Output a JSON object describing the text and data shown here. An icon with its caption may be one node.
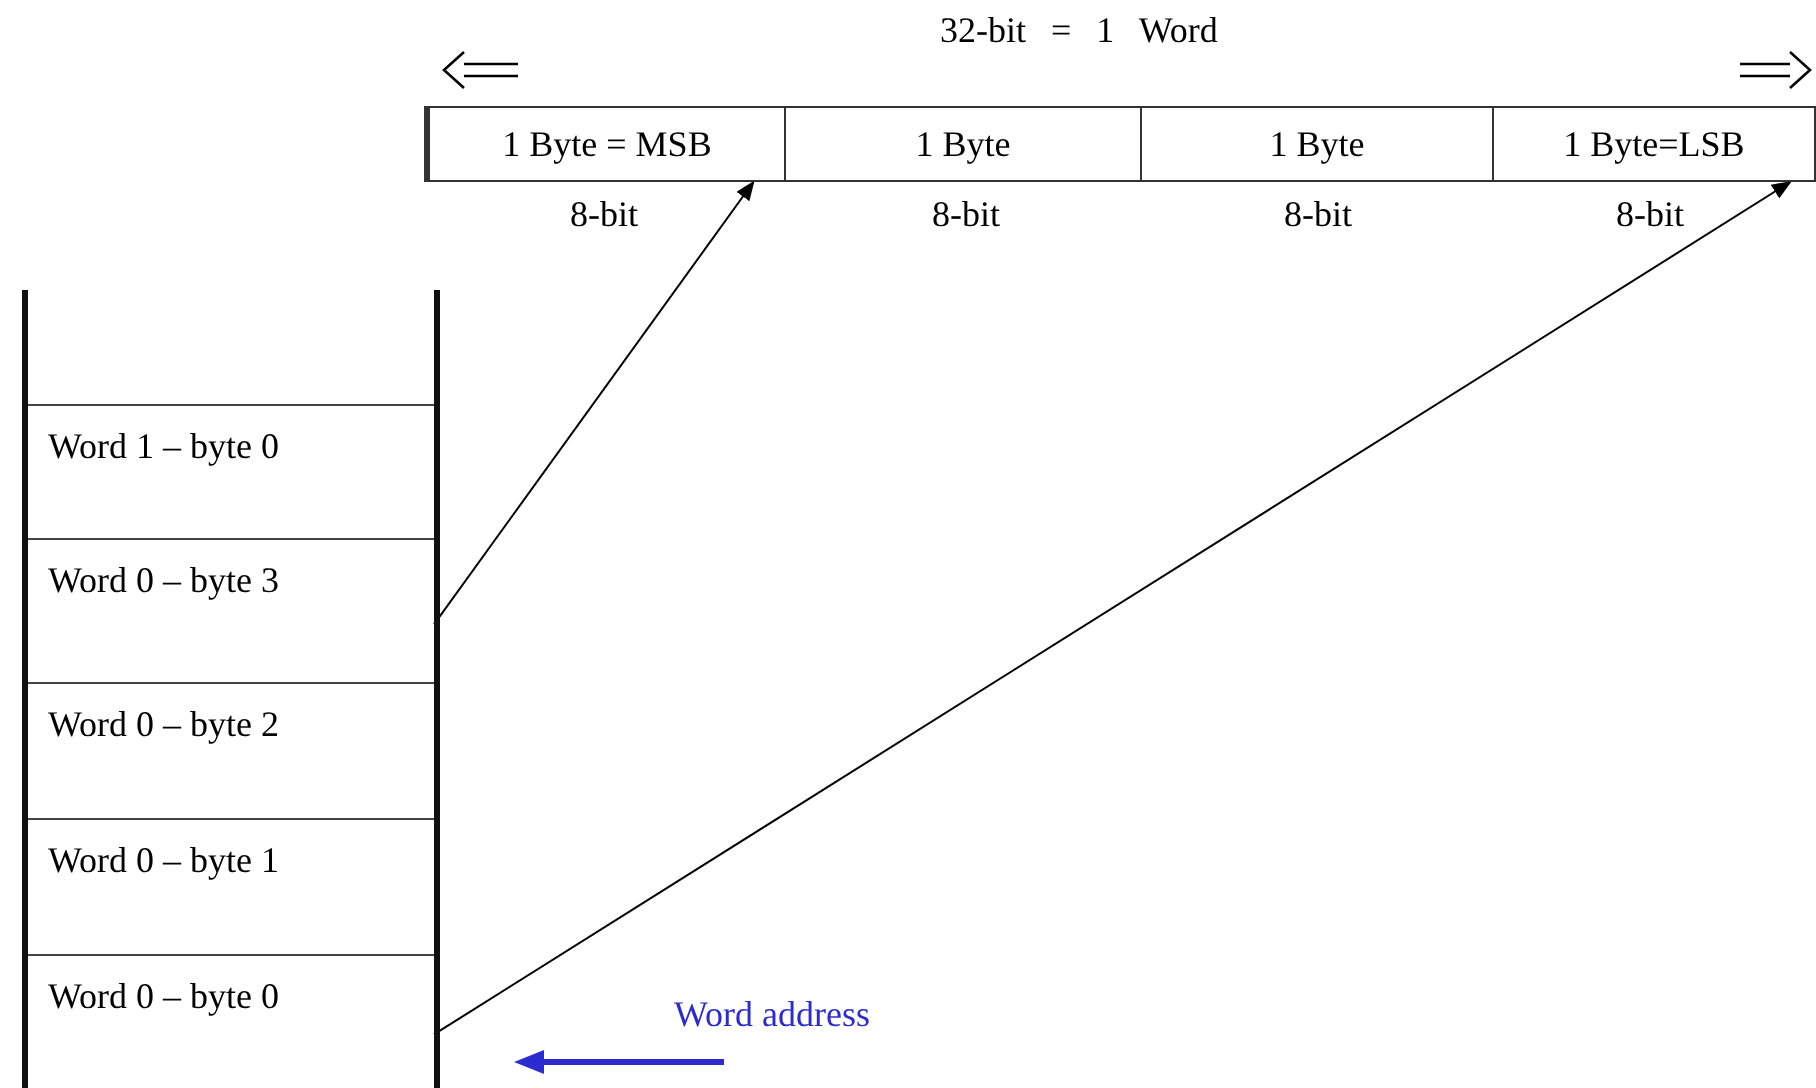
{
  "diagram": {
    "nodes": [
      {
        "text": [
          "1 Byte = MSB"
        ]
      },
      {
        "text": [
          "1 Byte"
        ]
      },
      {
        "text": [
          "1 Byte"
        ]
      },
      {
        "text": [
          "1 Byte=LSB"
        ]
      },
      {
        "text": [
          "Word 1 – byte 0"
        ]
      },
      {
        "text": [
          "Word 0 – byte 3"
        ]
      },
      {
        "text": [
          "Word 0 – byte 2"
        ]
      },
      {
        "text": [
          "Word 0 – byte 1"
        ]
      },
      {
        "text": [
          "Word 0 – byte 0"
        ]
      }
    ],
    "edges": [
      {
        "from": 5,
        "to": 0,
        "arrow": "to"
      },
      {
        "from": 8,
        "to": 3,
        "arrow": "to"
      }
    ],
    "labels": [
      "32-bit = 1 Word",
      "8-bit",
      "8-bit",
      "8-bit",
      "8-bit",
      "Word address"
    ]
  }
}
